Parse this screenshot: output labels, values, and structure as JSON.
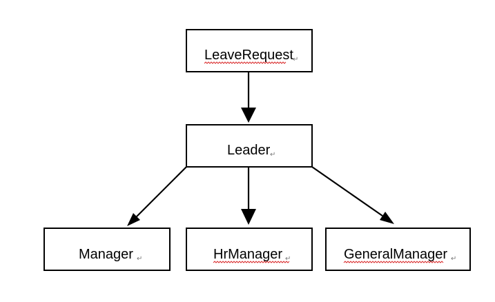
{
  "nodes": {
    "leave_request": "LeaveRequest",
    "leader": "Leader",
    "manager": "Manager",
    "hr_manager": "HrManager",
    "general_manager": "GeneralManager"
  },
  "paragraph_mark": "↵",
  "colors": {
    "stroke": "#000000",
    "background": "#ffffff",
    "spellcheck_underline": "#d9292a"
  }
}
